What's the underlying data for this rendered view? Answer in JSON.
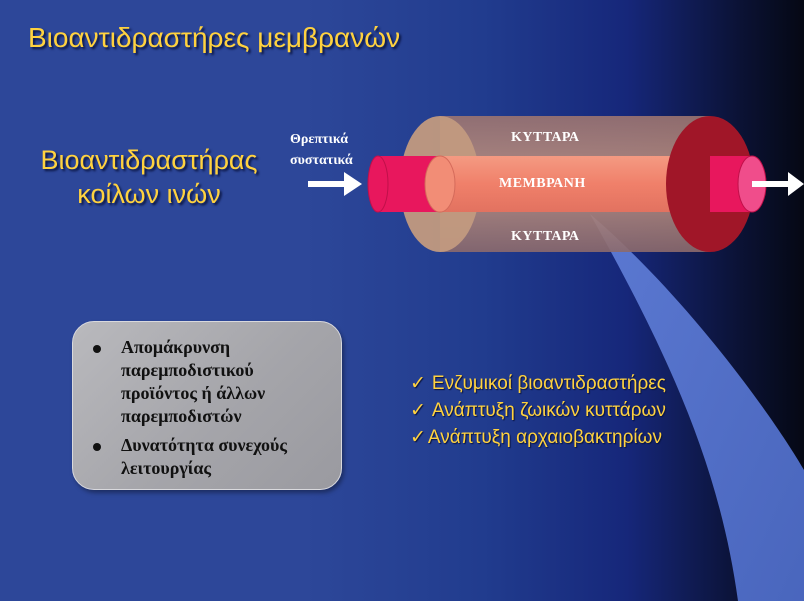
{
  "slide": {
    "title": "Βιοαντιδραστήρες μεμβρανών",
    "subtitle_lines": [
      "Βιοαντιδραστήρας",
      "κοίλων ινών"
    ]
  },
  "diagram": {
    "inlet_lines": [
      "Θρεπτικά",
      "συστατικά"
    ],
    "cells_top": "ΚΥΤΤΑΡΑ",
    "membrane": "ΜΕΜΒΡΑΝΗ",
    "cells_bottom": "ΚΥΤΤΑΡΑ"
  },
  "info_box": {
    "items": [
      "Απομάκρυνση παρεμποδιστικού προϊόντος ή άλλων παρεμποδιστών",
      "Δυνατότητα συνεχούς λειτουργίας"
    ]
  },
  "checklist": {
    "mark": "✓",
    "items": [
      "Ενζυμικοί βιοαντιδραστήρες",
      "Ανάπτυξη ζωικών κυττάρων",
      "Ανάπτυξη αρχαιοβακτηρίων"
    ]
  },
  "colors": {
    "title_text": "#ffd23f",
    "background": "#2d4799",
    "outer_cylinder": "#b88f7a",
    "end_cap": "#a01628",
    "membrane_tube": "#f08068",
    "inner_ends": "#e8175d"
  },
  "icons": [
    "arrow-right-icon",
    "arrow-right-icon",
    "check-icon",
    "bullet-icon"
  ]
}
